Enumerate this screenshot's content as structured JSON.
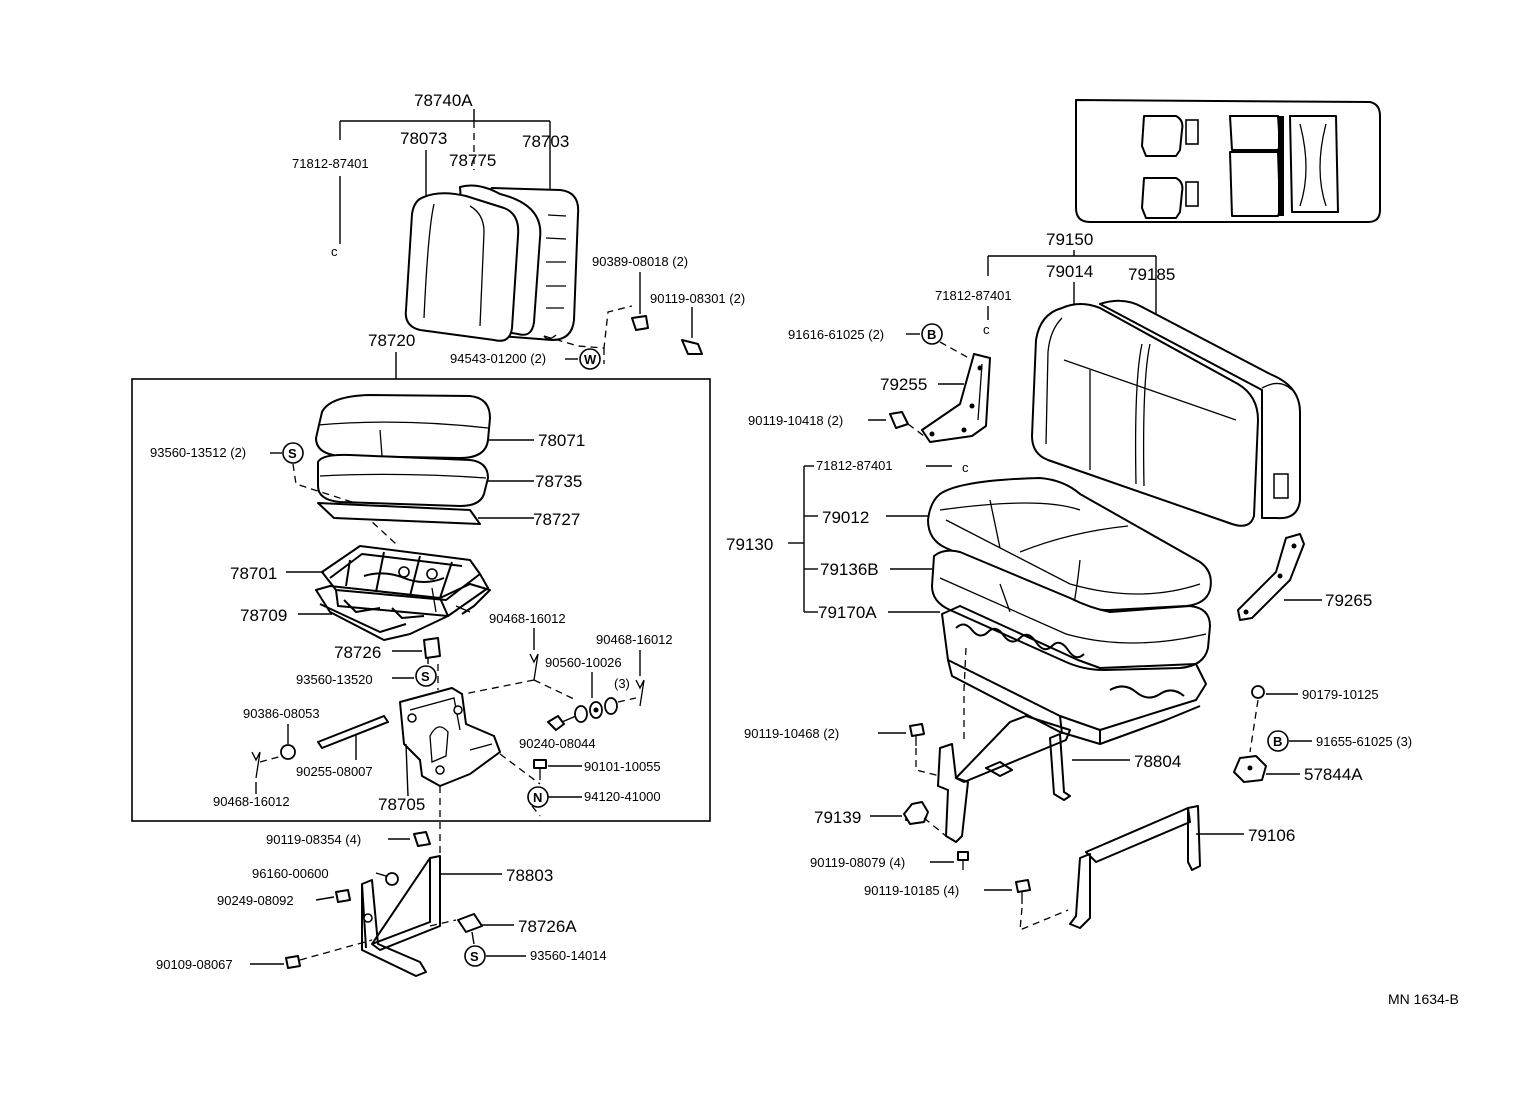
{
  "diagram_code": "MN 1634-B",
  "part_labels": {
    "p78740A": "78740A",
    "p78073": "78073",
    "p78703": "78703",
    "p78775": "78775",
    "p71812_87401_a": "71812-87401",
    "p90389_08018": "90389-08018 (2)",
    "p90119_08301": "90119-08301 (2)",
    "p94543_01200": "94543-01200 (2)",
    "p78720": "78720",
    "p78071": "78071",
    "p93560_13512": "93560-13512 (2)",
    "p78735": "78735",
    "p78727": "78727",
    "p78701": "78701",
    "p78709": "78709",
    "p90468_16012_a": "90468-16012",
    "p90468_16012_b": "90468-16012",
    "p78726": "78726",
    "p90560_10026": "90560-10026",
    "p90560_qty": "(3)",
    "p93560_13520": "93560-13520",
    "p90386_08053": "90386-08053",
    "p90240_08044": "90240-08044",
    "p90255_08007": "90255-08007",
    "p90101_10055": "90101-10055",
    "p90468_16012_c": "90468-16012",
    "p78705": "78705",
    "p94120_41000": "94120-41000",
    "p90119_08354": "90119-08354 (4)",
    "p96160_00600": "96160-00600",
    "p78803": "78803",
    "p90249_08092": "90249-08092",
    "p78726A": "78726A",
    "p93560_14014": "93560-14014",
    "p90109_08067": "90109-08067",
    "p79150": "79150",
    "p79014": "79014",
    "p79185": "79185",
    "p71812_87401_b": "71812-87401",
    "p91616_61025": "91616-61025 (2)",
    "p79255": "79255",
    "p90119_10418": "90119-10418 (2)",
    "p71812_87401_c": "71812-87401",
    "p79012": "79012",
    "p79130": "79130",
    "p79136B": "79136B",
    "p79170A": "79170A",
    "p79265": "79265",
    "p90179_10125": "90179-10125",
    "p90119_10468": "90119-10468 (2)",
    "p91655_61025": "91655-61025 (3)",
    "p78804": "78804",
    "p57844A": "57844A",
    "p79139": "79139",
    "p90119_08079": "90119-08079 (4)",
    "p79106": "79106",
    "p90119_10185": "90119-10185 (4)"
  },
  "callouts": {
    "s1": "S",
    "s2": "S",
    "s3": "S",
    "w1": "W",
    "n1": "N",
    "b1": "B",
    "b2": "B"
  }
}
